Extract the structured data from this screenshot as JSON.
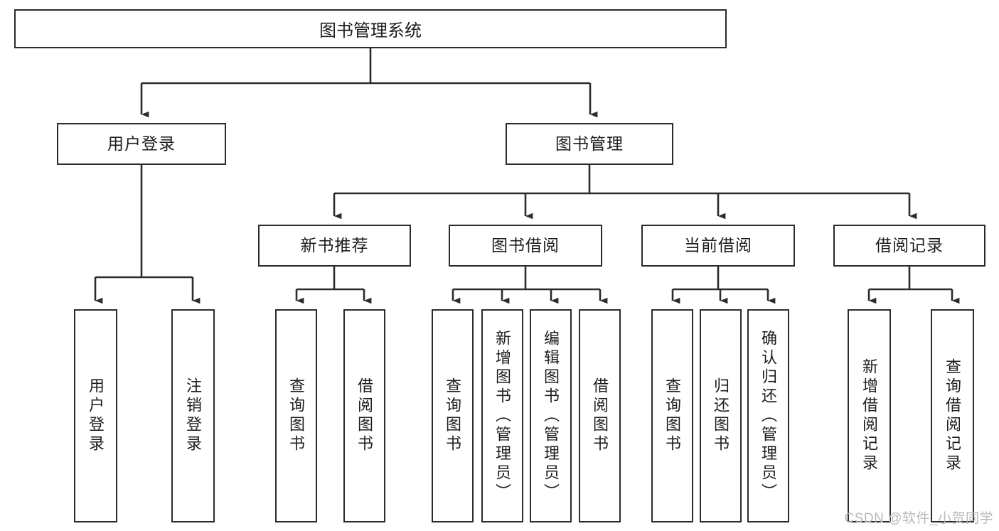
{
  "diagram": {
    "title": "图书管理系统",
    "root": {
      "label": "图书管理系统"
    },
    "level2": [
      {
        "label": "用户登录"
      },
      {
        "label": "图书管理"
      }
    ],
    "level3": [
      {
        "label": "新书推荐"
      },
      {
        "label": "图书借阅"
      },
      {
        "label": "当前借阅"
      },
      {
        "label": "借阅记录"
      }
    ],
    "leaves": [
      {
        "label": "用户登录"
      },
      {
        "label": "注销登录"
      },
      {
        "label": "查询图书"
      },
      {
        "label": "借阅图书"
      },
      {
        "label": "查询图书"
      },
      {
        "label": "新增图书（管理员）"
      },
      {
        "label": "编辑图书（管理员）"
      },
      {
        "label": "借阅图书"
      },
      {
        "label": "查询图书"
      },
      {
        "label": "归还图书"
      },
      {
        "label": "确认归还（管理员）"
      },
      {
        "label": "新增借阅记录"
      },
      {
        "label": "查询借阅记录"
      }
    ]
  },
  "watermark": {
    "text": "CSDN @软件_小贺同学"
  },
  "colors": {
    "stroke": "#2b2b2b",
    "background": "#ffffff",
    "text": "#1d1d1d",
    "watermark": "#b9b9b9"
  },
  "chart_data": {
    "type": "diagram",
    "layout": "tree",
    "title": "图书管理系统",
    "nodes": [
      {
        "id": "root",
        "label": "图书管理系统",
        "level": 0
      },
      {
        "id": "n1",
        "label": "用户登录",
        "level": 1
      },
      {
        "id": "n2",
        "label": "图书管理",
        "level": 1
      },
      {
        "id": "n3",
        "label": "新书推荐",
        "level": 2
      },
      {
        "id": "n4",
        "label": "图书借阅",
        "level": 2
      },
      {
        "id": "n5",
        "label": "当前借阅",
        "level": 2
      },
      {
        "id": "n6",
        "label": "借阅记录",
        "level": 2
      },
      {
        "id": "l1",
        "label": "用户登录",
        "level": 3
      },
      {
        "id": "l2",
        "label": "注销登录",
        "level": 3
      },
      {
        "id": "l3",
        "label": "查询图书",
        "level": 3
      },
      {
        "id": "l4",
        "label": "借阅图书",
        "level": 3
      },
      {
        "id": "l5",
        "label": "查询图书",
        "level": 3
      },
      {
        "id": "l6",
        "label": "新增图书（管理员）",
        "level": 3
      },
      {
        "id": "l7",
        "label": "编辑图书（管理员）",
        "level": 3
      },
      {
        "id": "l8",
        "label": "借阅图书",
        "level": 3
      },
      {
        "id": "l9",
        "label": "查询图书",
        "level": 3
      },
      {
        "id": "l10",
        "label": "归还图书",
        "level": 3
      },
      {
        "id": "l11",
        "label": "确认归还（管理员）",
        "level": 3
      },
      {
        "id": "l12",
        "label": "新增借阅记录",
        "level": 3
      },
      {
        "id": "l13",
        "label": "查询借阅记录",
        "level": 3
      }
    ],
    "edges": [
      {
        "from": "root",
        "to": "n1"
      },
      {
        "from": "root",
        "to": "n2"
      },
      {
        "from": "n2",
        "to": "n3"
      },
      {
        "from": "n2",
        "to": "n4"
      },
      {
        "from": "n2",
        "to": "n5"
      },
      {
        "from": "n2",
        "to": "n6"
      },
      {
        "from": "n1",
        "to": "l1"
      },
      {
        "from": "n1",
        "to": "l2"
      },
      {
        "from": "n3",
        "to": "l3"
      },
      {
        "from": "n3",
        "to": "l4"
      },
      {
        "from": "n4",
        "to": "l5"
      },
      {
        "from": "n4",
        "to": "l6"
      },
      {
        "from": "n4",
        "to": "l7"
      },
      {
        "from": "n4",
        "to": "l8"
      },
      {
        "from": "n5",
        "to": "l9"
      },
      {
        "from": "n5",
        "to": "l10"
      },
      {
        "from": "n5",
        "to": "l11"
      },
      {
        "from": "n6",
        "to": "l12"
      },
      {
        "from": "n6",
        "to": "l13"
      }
    ]
  }
}
